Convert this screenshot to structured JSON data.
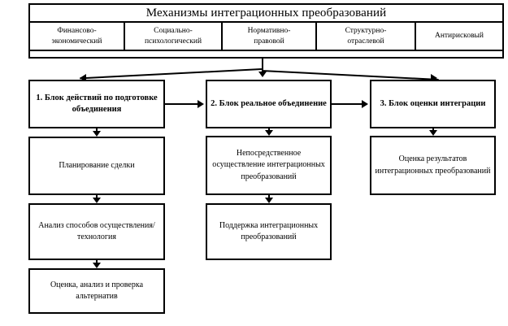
{
  "diagram": {
    "title": "Механизмы интеграционных преобразований",
    "mechanisms": [
      "Финансово-\nэкономический",
      "Социально-\nпсихологический",
      "Нормативно-\nправовой",
      "Структурно-\nотраслевой",
      "Антирисковый"
    ],
    "stage_blocks": [
      "1. Блок действий по подготовке объединения",
      "2. Блок реальное объединение",
      "3. Блок оценки интеграции"
    ],
    "columns": {
      "left": [
        "Планирование сделки",
        "Анализ способов осуществления/ технология",
        "Оценка, анализ  и проверка альтернатив"
      ],
      "middle": [
        "Непосредственное осуществление интеграционных преобразований",
        "Поддержка интеграционных преобразований"
      ],
      "right": [
        "Оценка результатов интеграционных преобразований"
      ]
    },
    "colors": {
      "line": "#000000",
      "background": "#ffffff",
      "text": "#000000"
    }
  }
}
